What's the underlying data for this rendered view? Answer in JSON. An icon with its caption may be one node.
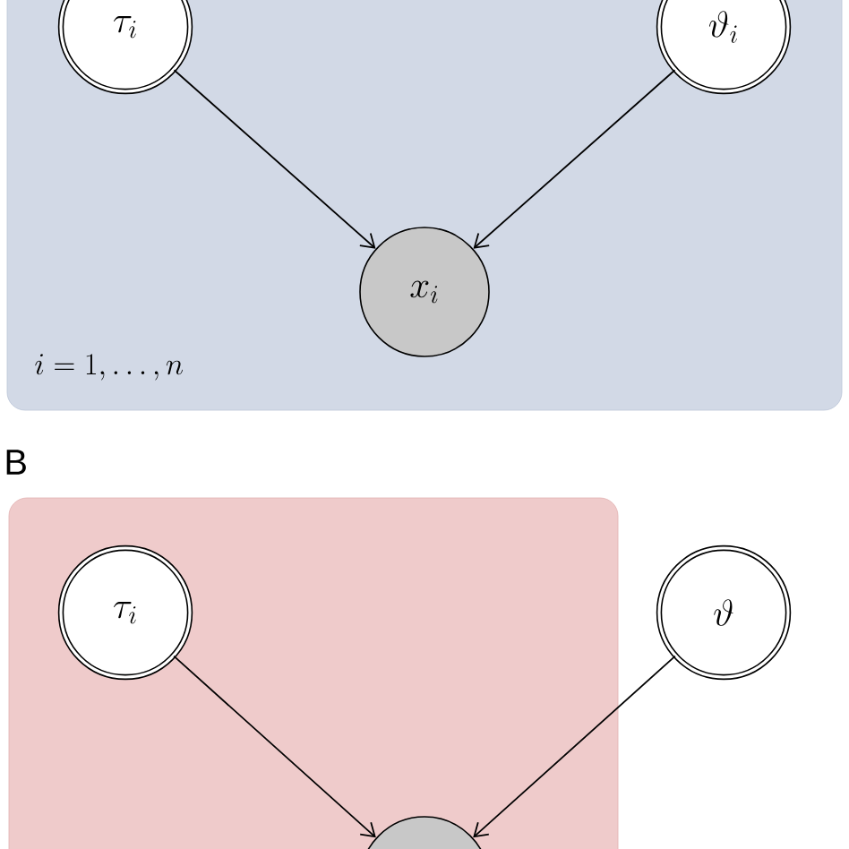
{
  "diagram": {
    "nodes": [
      {
        "text": [
          "i=1,\\ldots,n"
        ]
      },
      {
        "text": [
          "\\tau_i"
        ],
        "in": 0
      },
      {
        "text": [
          "\\vartheta_i"
        ],
        "in": 0
      },
      {
        "text": [
          "x_i"
        ],
        "in": 0
      },
      {
        "text": [],
        "shape": "box"
      },
      {
        "text": [
          "\\tau_i"
        ],
        "in": 4
      },
      {
        "text": [
          "\\vartheta"
        ]
      },
      {
        "text": [],
        "shape": "circle",
        "in": 4
      }
    ],
    "edges": [
      {
        "from": 1,
        "to": 3,
        "arrow": "to"
      },
      {
        "from": 2,
        "to": 3,
        "arrow": "to"
      },
      {
        "from": 5,
        "to": 7,
        "arrow": "to"
      },
      {
        "from": 6,
        "to": 7,
        "arrow": "to"
      }
    ],
    "labels": [
      "B"
    ]
  }
}
